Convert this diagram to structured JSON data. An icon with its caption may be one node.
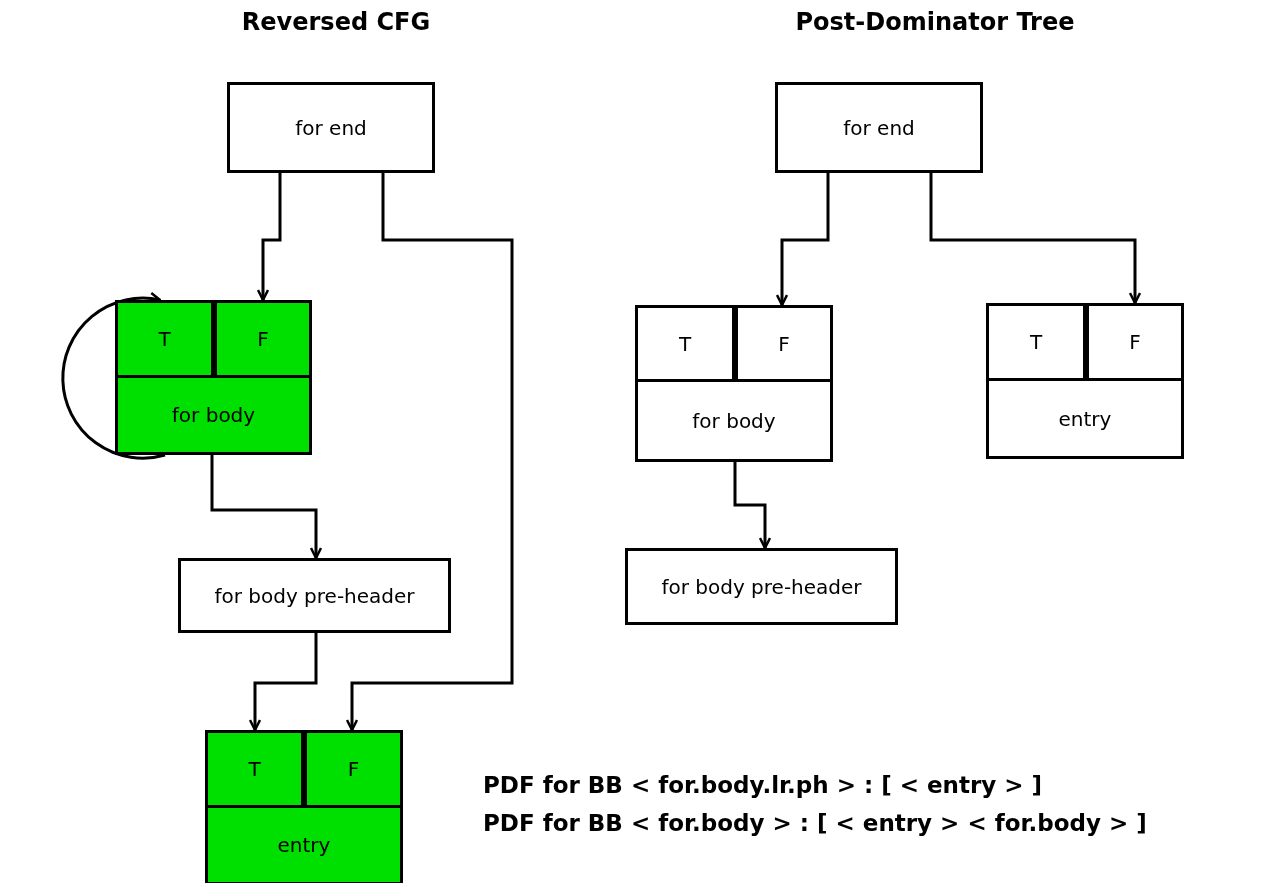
{
  "diagram": {
    "nodes": [
      {
        "text": [
          "for end"
        ]
      },
      {
        "text": [
          "for body"
        ]
      },
      {
        "text": [
          "T"
        ],
        "in": 1
      },
      {
        "text": [
          "F"
        ],
        "in": 1
      },
      {
        "text": [
          "for body pre-header"
        ]
      },
      {
        "text": [
          "entry"
        ]
      },
      {
        "text": [
          "T"
        ],
        "in": 5
      },
      {
        "text": [
          "F"
        ],
        "in": 5
      },
      {
        "text": [
          "for end"
        ]
      },
      {
        "text": [
          "for body"
        ]
      },
      {
        "text": [
          "T"
        ],
        "in": 9
      },
      {
        "text": [
          "F"
        ],
        "in": 9
      },
      {
        "text": [
          "entry"
        ]
      },
      {
        "text": [
          "T"
        ],
        "in": 12
      },
      {
        "text": [
          "F"
        ],
        "in": 12
      },
      {
        "text": [
          "for body pre-header"
        ]
      }
    ],
    "edges": [
      {
        "from": 0,
        "to": 3,
        "arrow": "to"
      },
      {
        "from": 0,
        "to": 7,
        "arrow": "to"
      },
      {
        "from": 1,
        "to": 2,
        "arrow": "to"
      },
      {
        "from": 1,
        "to": 4,
        "arrow": "to"
      },
      {
        "from": 4,
        "to": 6,
        "arrow": "to"
      },
      {
        "from": 8,
        "to": 9,
        "arrow": "to"
      },
      {
        "from": 8,
        "to": 12,
        "arrow": "to"
      },
      {
        "from": 9,
        "to": 15,
        "arrow": "to"
      }
    ],
    "labels": [
      "Reversed CFG",
      "Post-Dominator Tree",
      "PDF for BB < for.body.lr.ph > : [ < entry > ]",
      "PDF for BB < for.body > : [ < entry > < for.body > ]"
    ]
  }
}
